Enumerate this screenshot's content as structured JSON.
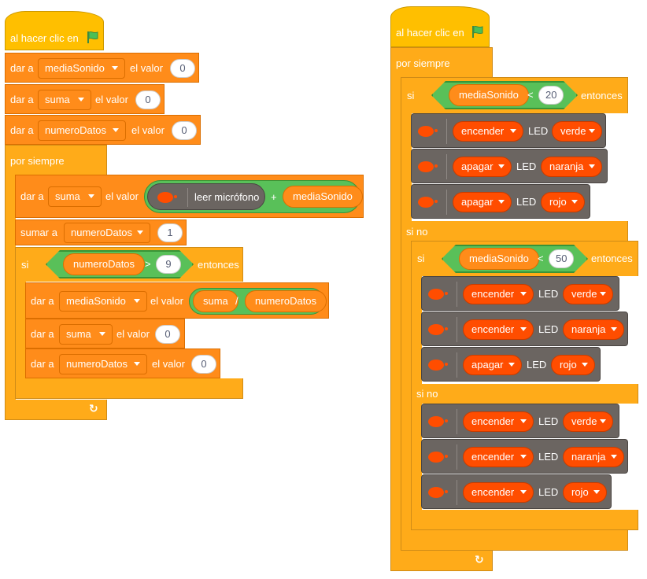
{
  "left": {
    "hat_label": "al hacer clic en",
    "set1": {
      "label": "dar a",
      "var": "mediaSonido",
      "mid": "el valor",
      "value": "0"
    },
    "set2": {
      "label": "dar a",
      "var": "suma",
      "mid": "el valor",
      "value": "0"
    },
    "set3": {
      "label": "dar a",
      "var": "numeroDatos",
      "mid": "el valor",
      "value": "0"
    },
    "forever": "por siempre",
    "set4": {
      "label": "dar a",
      "var": "suma",
      "mid": "el valor",
      "reporter": "leer micrófono",
      "op": "+",
      "reporter2": "mediaSonido"
    },
    "change": {
      "label": "sumar a",
      "var": "numeroDatos",
      "value": "1"
    },
    "if": {
      "label": "si",
      "left": "numeroDatos",
      "op": ">",
      "value": "9",
      "then": "entonces"
    },
    "set5": {
      "label": "dar a",
      "var": "mediaSonido",
      "mid": "el valor",
      "left": "suma",
      "op": "/",
      "right": "numeroDatos"
    },
    "set6": {
      "label": "dar a",
      "var": "suma",
      "mid": "el valor",
      "value": "0"
    },
    "set7": {
      "label": "dar a",
      "var": "numeroDatos",
      "mid": "el valor",
      "value": "0"
    }
  },
  "right": {
    "hat_label": "al hacer clic en",
    "forever": "por siempre",
    "if1": {
      "label": "si",
      "left": "mediaSonido",
      "op": "<",
      "value": "20",
      "then": "entonces"
    },
    "led1": {
      "action": "encender",
      "led": "LED",
      "color": "verde"
    },
    "led2": {
      "action": "apagar",
      "led": "LED",
      "color": "naranja"
    },
    "led3": {
      "action": "apagar",
      "led": "LED",
      "color": "rojo"
    },
    "else1": "si no",
    "if2": {
      "label": "si",
      "left": "mediaSonido",
      "op": "<",
      "value": "50",
      "then": "entonces"
    },
    "led4": {
      "action": "encender",
      "led": "LED",
      "color": "verde"
    },
    "led5": {
      "action": "encender",
      "led": "LED",
      "color": "naranja"
    },
    "led6": {
      "action": "apagar",
      "led": "LED",
      "color": "rojo"
    },
    "else2": "si no",
    "led7": {
      "action": "encender",
      "led": "LED",
      "color": "verde"
    },
    "led8": {
      "action": "encender",
      "led": "LED",
      "color": "naranja"
    },
    "led9": {
      "action": "encender",
      "led": "LED",
      "color": "rojo"
    }
  },
  "colors": {
    "control": "#ffab19",
    "variables": "#ff8c1a",
    "operators": "#59c059",
    "extension": "#6b6561",
    "led_dropdown": "#ff4d00",
    "events": "#ffbf00",
    "flag": "#4cbf56"
  },
  "icons": {
    "green_flag": "green-flag-icon",
    "robot": "robot-icon",
    "loop": "loop-arrow-icon"
  }
}
